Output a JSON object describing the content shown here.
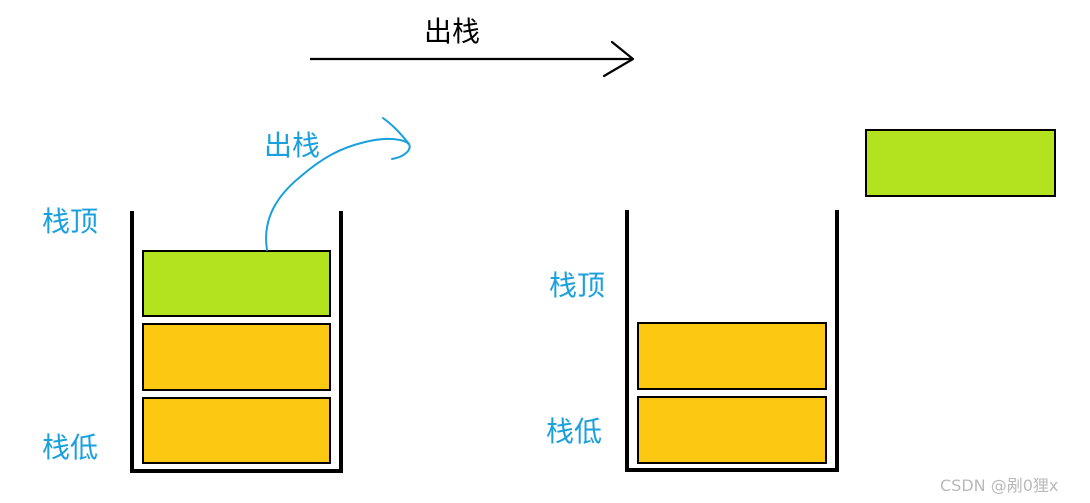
{
  "title": "出栈",
  "left_stack": {
    "arrow_label": "出栈",
    "top_label": "栈顶",
    "bottom_label": "栈低",
    "blocks": [
      "green",
      "yellow",
      "yellow"
    ]
  },
  "right_stack": {
    "top_label": "栈顶",
    "bottom_label": "栈低",
    "blocks": [
      "yellow",
      "yellow"
    ],
    "popped_block": "green"
  },
  "colors": {
    "green": "#b2e31e",
    "yellow": "#fcc812",
    "outline": "#000000",
    "label_blue": "#1aa0dd",
    "title_black": "#000000",
    "watermark_gray": "#b9b9b9"
  },
  "watermark": "CSDN @剐0狸x"
}
